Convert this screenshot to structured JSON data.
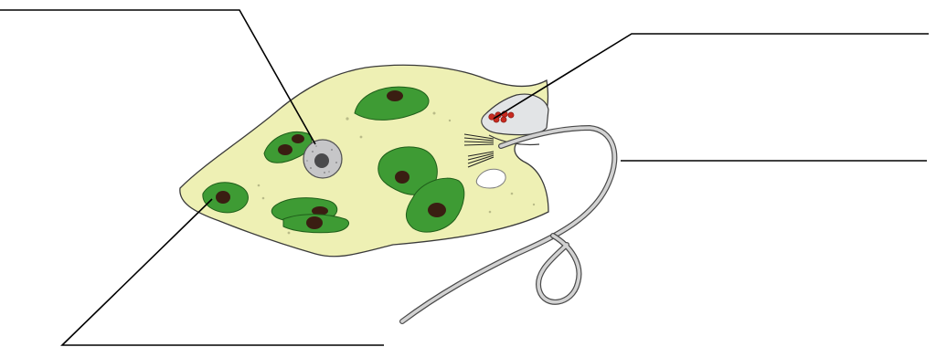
{
  "diagram": {
    "subject": "Euglena",
    "labels": [
      {
        "id": "nucleus",
        "text": ""
      },
      {
        "id": "eyespot",
        "text": ""
      },
      {
        "id": "flagellum",
        "text": ""
      },
      {
        "id": "chloroplast",
        "text": ""
      }
    ],
    "colors": {
      "cytoplasm": "#eef0b4",
      "chloroplast": "#3e9b34",
      "pyrenoid": "#3a1e12",
      "nucleus_fill": "#c6c6c8",
      "eyespot": "#c82a20",
      "flagellum": "#bdbdbd",
      "leader_line": "#000000",
      "outline": "#3a3a3a"
    }
  }
}
